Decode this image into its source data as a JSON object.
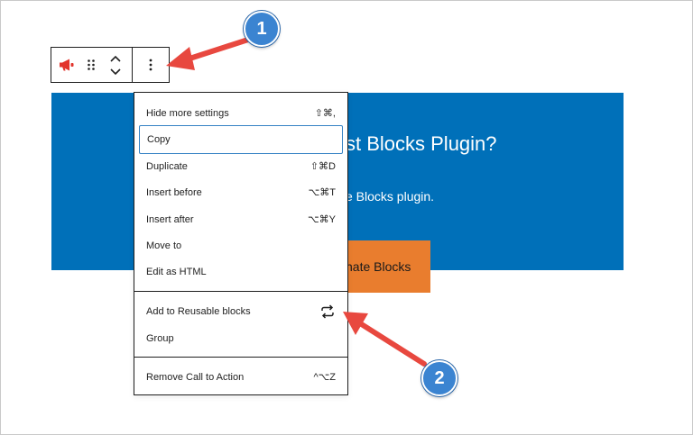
{
  "toolbar": {
    "block_icon": "megaphone-icon",
    "drag_icon": "drag-handle-icon",
    "move_icon": "chevron-up-down-icon",
    "options_icon": "more-vertical-icon"
  },
  "cta": {
    "heading": "st Blocks Plugin?",
    "text": "e Blocks plugin.",
    "button_label": "nate Blocks"
  },
  "menu": {
    "items": [
      {
        "label": "Hide more settings",
        "shortcut": "⇧⌘,"
      },
      {
        "label": "Copy",
        "shortcut": ""
      },
      {
        "label": "Duplicate",
        "shortcut": "⇧⌘D"
      },
      {
        "label": "Insert before",
        "shortcut": "⌥⌘T"
      },
      {
        "label": "Insert after",
        "shortcut": "⌥⌘Y"
      },
      {
        "label": "Move to",
        "shortcut": ""
      },
      {
        "label": "Edit as HTML",
        "shortcut": ""
      },
      {
        "label": "Add to Reusable blocks",
        "shortcut": ""
      },
      {
        "label": "Group",
        "shortcut": ""
      },
      {
        "label": "Remove Call to Action",
        "shortcut": "^⌥Z"
      }
    ]
  },
  "annotations": {
    "badge1": "1",
    "badge2": "2"
  },
  "colors": {
    "cta_background": "#0070b9",
    "cta_button": "#e97d2e",
    "arrow": "#e8483f",
    "badge": "#3b84d1",
    "block_icon": "#e2342c"
  }
}
